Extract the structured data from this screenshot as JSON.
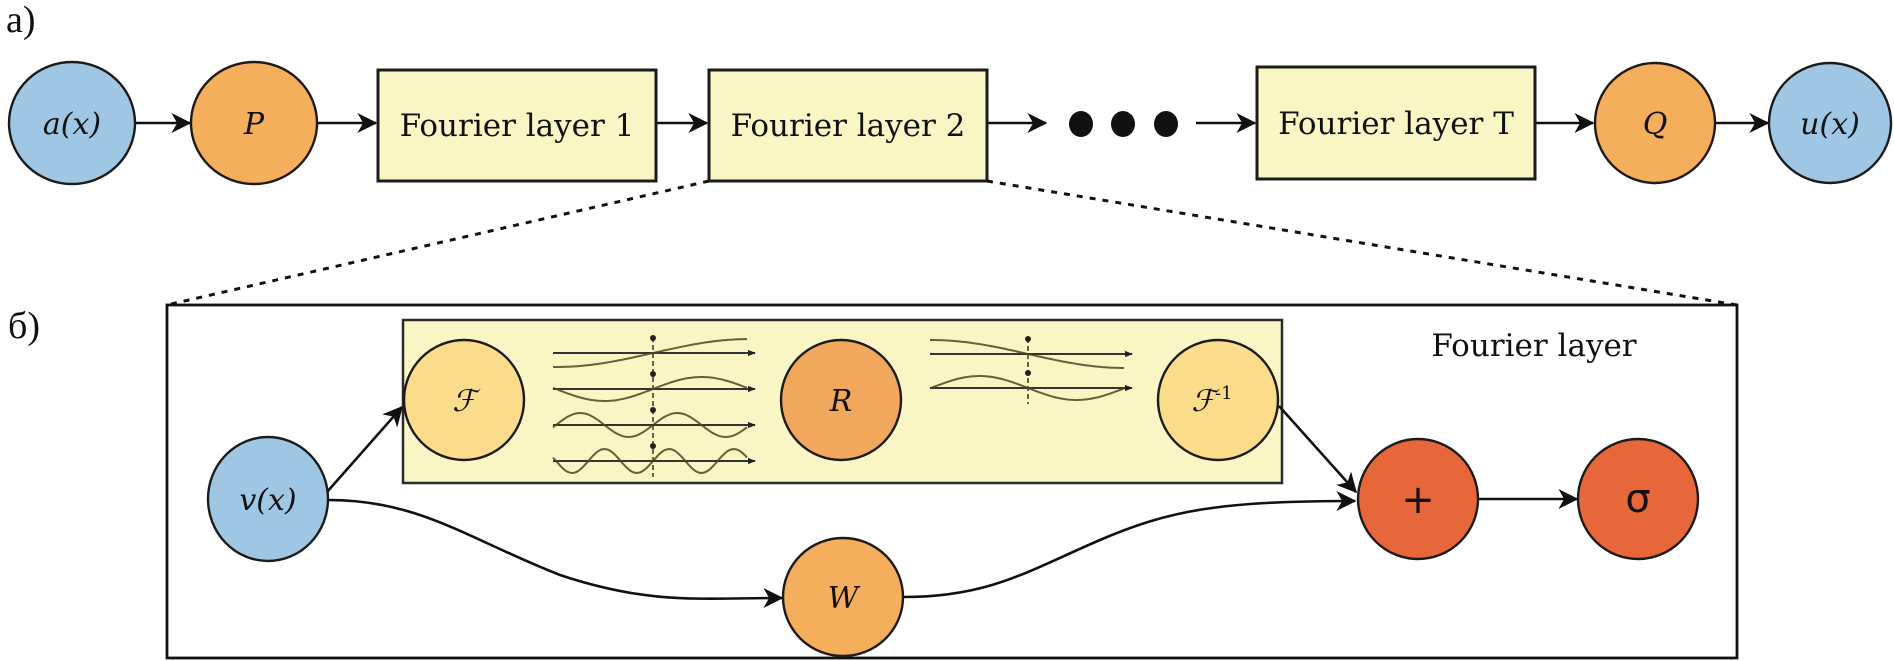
{
  "panels": {
    "a": {
      "label": "a)"
    },
    "b": {
      "label": "б)",
      "title": "Fourier layer"
    }
  },
  "colors": {
    "io_node": "#9fc7e3",
    "projection_node": "#f5ae5c",
    "layer_box": "#faf5c4",
    "fourier_node": "#fbdc8a",
    "spectral_node": "#f2a85c",
    "activation_node": "#e8673a",
    "stroke": "#111111"
  },
  "top_pipeline": {
    "nodes": [
      {
        "id": "a",
        "label": "a(x)",
        "kind": "io"
      },
      {
        "id": "P",
        "label": "P",
        "kind": "projection"
      },
      {
        "id": "fl1",
        "label": "Fourier layer 1",
        "kind": "layer"
      },
      {
        "id": "fl2",
        "label": "Fourier layer 2",
        "kind": "layer"
      },
      {
        "id": "ellipsis",
        "label": "• • •",
        "kind": "ellipsis"
      },
      {
        "id": "flT",
        "label": "Fourier layer T",
        "kind": "layer"
      },
      {
        "id": "Q",
        "label": "Q",
        "kind": "projection"
      },
      {
        "id": "u",
        "label": "u(x)",
        "kind": "io"
      }
    ],
    "edges": [
      [
        "a",
        "P"
      ],
      [
        "P",
        "fl1"
      ],
      [
        "fl1",
        "fl2"
      ],
      [
        "fl2",
        "ellipsis"
      ],
      [
        "ellipsis",
        "flT"
      ],
      [
        "flT",
        "Q"
      ],
      [
        "Q",
        "u"
      ]
    ],
    "zoom_source": "fl2"
  },
  "fourier_layer": {
    "nodes": [
      {
        "id": "v",
        "label": "v(x)",
        "kind": "io"
      },
      {
        "id": "F",
        "label": "ℱ",
        "kind": "fourier"
      },
      {
        "id": "R",
        "label": "R",
        "kind": "spectral"
      },
      {
        "id": "Finv",
        "label": "ℱ",
        "sup": "-1",
        "kind": "fourier"
      },
      {
        "id": "W",
        "label": "W",
        "kind": "projection"
      },
      {
        "id": "plus",
        "label": "+",
        "kind": "activation"
      },
      {
        "id": "sigma",
        "label": "σ",
        "kind": "activation"
      }
    ],
    "edges": [
      [
        "v",
        "F"
      ],
      [
        "v",
        "W"
      ],
      [
        "Finv",
        "plus"
      ],
      [
        "W",
        "plus"
      ],
      [
        "plus",
        "sigma"
      ]
    ],
    "spectral_block": {
      "input_modes": 4,
      "truncated_modes": 2
    }
  }
}
